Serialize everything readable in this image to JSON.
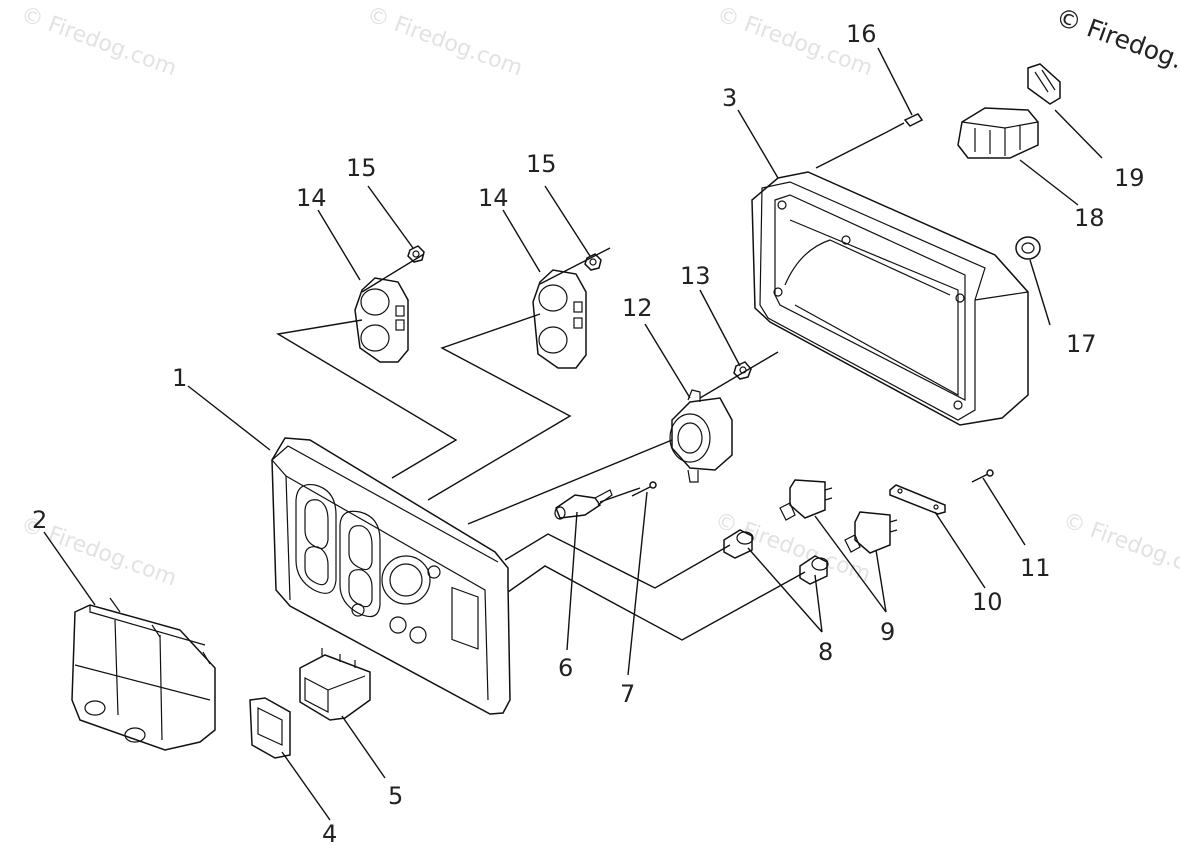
{
  "watermarks": [
    "© Firedog.com",
    "© Firedog.com",
    "© Firedog.com",
    "© Firedog.com",
    "© Firedog.com",
    "© Firedog.com"
  ],
  "corner_watermark": "© Firedog.c",
  "callouts": {
    "c1": "1",
    "c2": "2",
    "c3": "3",
    "c4": "4",
    "c5": "5",
    "c6": "6",
    "c7": "7",
    "c8": "8",
    "c9": "9",
    "c10": "10",
    "c11": "11",
    "c12": "12",
    "c13": "13",
    "c14a": "14",
    "c14b": "14",
    "c15a": "15",
    "c15b": "15",
    "c16": "16",
    "c17": "17",
    "c18": "18",
    "c19": "19"
  }
}
